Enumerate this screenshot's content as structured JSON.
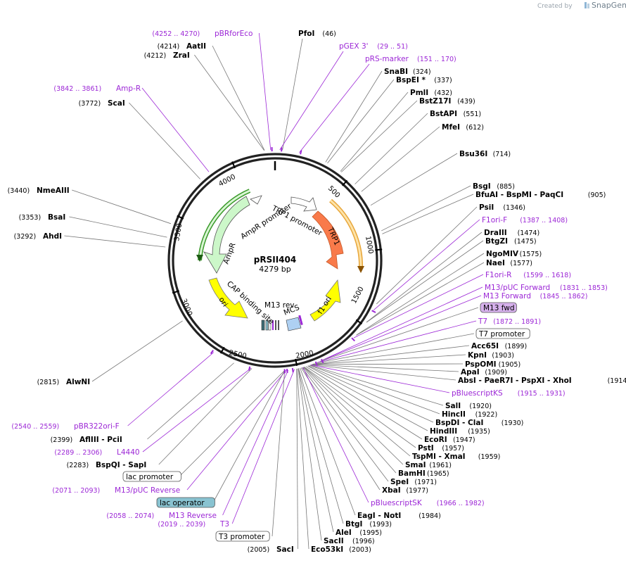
{
  "credit": {
    "prefix": "Created by",
    "brand": "SnapGene"
  },
  "plasmid": {
    "name": "pRSII404",
    "size": "4279 bp"
  },
  "colors": {
    "enzyme": "#000000",
    "feature_primer": "#9c27d6",
    "ampr": "#ccf7c9",
    "trp1": "#f97a4a",
    "ori": "#ffff00",
    "lac_operator": "#89c3d1",
    "mcs": "#aed0f2"
  },
  "ticks": [
    "500",
    "1000",
    "1500",
    "2000",
    "2500",
    "3000",
    "3500",
    "4000"
  ],
  "inner_features": {
    "ampr": "AmpR",
    "ampr_promoter": "AmpR promoter",
    "trp1_promoter": "TRP1 promoter",
    "trp1": "TRP1",
    "ori": "ori",
    "f1_ori": "f1 ori",
    "cap": "CAP binding site",
    "m13rev": "M13 rev",
    "mcs": "MCS"
  },
  "labels_left": [
    {
      "name": "pBRforEco",
      "pos": "(4252 .. 4270)",
      "type": "feature"
    },
    {
      "name": "AatII",
      "pos": "(4214)",
      "type": "enzyme"
    },
    {
      "name": "ZraI",
      "pos": "(4212)",
      "type": "enzyme"
    },
    {
      "name": "Amp-R",
      "pos": "(3842 .. 3861)",
      "type": "feature"
    },
    {
      "name": "ScaI",
      "pos": "(3772)",
      "type": "enzyme"
    },
    {
      "name": "NmeAIII",
      "pos": "(3440)",
      "type": "enzyme"
    },
    {
      "name": "BsaI",
      "pos": "(3353)",
      "type": "enzyme"
    },
    {
      "name": "AhdI",
      "pos": "(3292)",
      "type": "enzyme"
    },
    {
      "name": "AlwNI",
      "pos": "(2815)",
      "type": "enzyme"
    },
    {
      "name": "pBR322ori-F",
      "pos": "(2540 .. 2559)",
      "type": "feature"
    },
    {
      "name": "AflIII  - PciI",
      "pos": "(2399)",
      "type": "enzyme"
    },
    {
      "name": "L4440",
      "pos": "(2289 .. 2306)",
      "type": "feature"
    },
    {
      "name": "BspQI  - SapI",
      "pos": "(2283)",
      "type": "enzyme"
    },
    {
      "name": "lac promoter",
      "pos": "",
      "type": "box"
    },
    {
      "name": "M13/pUC Reverse",
      "pos": "(2071 .. 2093)",
      "type": "feature"
    },
    {
      "name": "lac operator",
      "pos": "",
      "type": "box-blue"
    },
    {
      "name": "M13 Reverse",
      "pos": "(2058 .. 2074)",
      "type": "feature"
    },
    {
      "name": "T3",
      "pos": "(2019 .. 2039)",
      "type": "feature"
    },
    {
      "name": "T3 promoter",
      "pos": "",
      "type": "box"
    },
    {
      "name": "SacI",
      "pos": "(2005)",
      "type": "enzyme"
    }
  ],
  "labels_top": [
    {
      "name": "PfoI",
      "pos": "(46)",
      "type": "enzyme"
    },
    {
      "name": "pGEX 3'",
      "pos": "(29 .. 51)",
      "type": "feature"
    },
    {
      "name": "pRS-marker",
      "pos": "(151 .. 170)",
      "type": "feature"
    }
  ],
  "labels_right": [
    {
      "name": "SnaBI",
      "pos": "(324)",
      "type": "enzyme"
    },
    {
      "name": "BspEI *",
      "pos": "(337)",
      "type": "enzyme"
    },
    {
      "name": "PmlI",
      "pos": "(432)",
      "type": "enzyme"
    },
    {
      "name": "BstZ17I",
      "pos": "(439)",
      "type": "enzyme"
    },
    {
      "name": "BstAPI",
      "pos": "(551)",
      "type": "enzyme"
    },
    {
      "name": "MfeI",
      "pos": "(612)",
      "type": "enzyme"
    },
    {
      "name": "Bsu36I",
      "pos": "(714)",
      "type": "enzyme"
    },
    {
      "name": "BsgI",
      "pos": "(885)",
      "type": "enzyme"
    },
    {
      "name": "BfuAI  - BspMI  - PaqCI",
      "pos": "(905)",
      "type": "enzyme"
    },
    {
      "name": "PsiI",
      "pos": "(1346)",
      "type": "enzyme"
    },
    {
      "name": "F1ori-F",
      "pos": "(1387 .. 1408)",
      "type": "feature"
    },
    {
      "name": "DraIII",
      "pos": "(1474)",
      "type": "enzyme"
    },
    {
      "name": "BtgZI",
      "pos": "(1475)",
      "type": "enzyme"
    },
    {
      "name": "NgoMIV",
      "pos": "(1575)",
      "type": "enzyme"
    },
    {
      "name": "NaeI",
      "pos": "(1577)",
      "type": "enzyme"
    },
    {
      "name": "F1ori-R",
      "pos": "(1599 .. 1618)",
      "type": "feature"
    },
    {
      "name": "M13/pUC Forward",
      "pos": "(1831 .. 1853)",
      "type": "feature"
    },
    {
      "name": "M13 Forward",
      "pos": "(1845 .. 1862)",
      "type": "feature"
    },
    {
      "name": "M13 fwd",
      "pos": "",
      "type": "box-purple"
    },
    {
      "name": "T7",
      "pos": "(1872 .. 1891)",
      "type": "feature"
    },
    {
      "name": "T7 promoter",
      "pos": "",
      "type": "box"
    },
    {
      "name": "Acc65I",
      "pos": "(1899)",
      "type": "enzyme"
    },
    {
      "name": "KpnI",
      "pos": "(1903)",
      "type": "enzyme"
    },
    {
      "name": "PspOMI",
      "pos": "(1905)",
      "type": "enzyme"
    },
    {
      "name": "ApaI",
      "pos": "(1909)",
      "type": "enzyme"
    },
    {
      "name": "AbsI  - PaeR7I  - PspXI  - XhoI",
      "pos": "(1914)",
      "type": "enzyme"
    },
    {
      "name": "pBluescriptKS",
      "pos": "(1915 .. 1931)",
      "type": "feature"
    },
    {
      "name": "SalI",
      "pos": "(1920)",
      "type": "enzyme"
    },
    {
      "name": "HincII",
      "pos": "(1922)",
      "type": "enzyme"
    },
    {
      "name": "BspDI  - ClaI",
      "pos": "(1930)",
      "type": "enzyme"
    },
    {
      "name": "HindIII",
      "pos": "(1935)",
      "type": "enzyme"
    },
    {
      "name": "EcoRI",
      "pos": "(1947)",
      "type": "enzyme"
    },
    {
      "name": "PstI",
      "pos": "(1957)",
      "type": "enzyme"
    },
    {
      "name": "TspMI  - XmaI",
      "pos": "(1959)",
      "type": "enzyme"
    },
    {
      "name": "SmaI",
      "pos": "(1961)",
      "type": "enzyme"
    },
    {
      "name": "BamHI",
      "pos": "(1965)",
      "type": "enzyme"
    },
    {
      "name": "SpeI",
      "pos": "(1971)",
      "type": "enzyme"
    },
    {
      "name": "XbaI",
      "pos": "(1977)",
      "type": "enzyme"
    },
    {
      "name": "pBluescriptSK",
      "pos": "(1966 .. 1982)",
      "type": "feature"
    },
    {
      "name": "EagI  - NotI",
      "pos": "(1984)",
      "type": "enzyme"
    },
    {
      "name": "BtgI",
      "pos": "(1993)",
      "type": "enzyme"
    },
    {
      "name": "AleI",
      "pos": "(1995)",
      "type": "enzyme"
    },
    {
      "name": "SacII",
      "pos": "(1996)",
      "type": "enzyme"
    },
    {
      "name": "Eco53kI",
      "pos": "(2003)",
      "type": "enzyme"
    }
  ]
}
